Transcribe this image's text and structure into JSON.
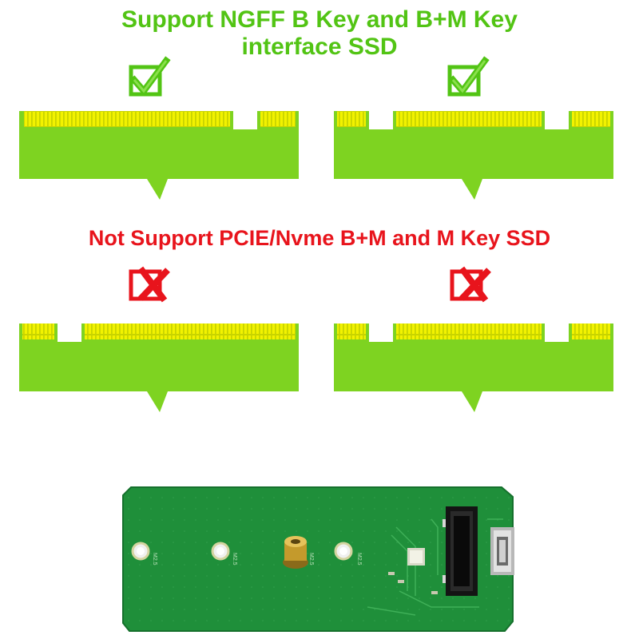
{
  "support": {
    "line1": "Support NGFF B Key and B+M Key",
    "line2": "interface SSD"
  },
  "not_support": {
    "text": "Not Support PCIE/Nvme B+M and M Key SSD"
  },
  "icons": {
    "check": "check-box-icon",
    "cross": "cross-box-icon"
  },
  "colors": {
    "support_text": "#52c414",
    "not_support_text": "#e8141c",
    "card_green": "#7ed321",
    "pin_yellow": "#e6e600",
    "pcb_green": "#1f8f3a"
  },
  "pcb": {
    "label_small": "M2.5"
  }
}
